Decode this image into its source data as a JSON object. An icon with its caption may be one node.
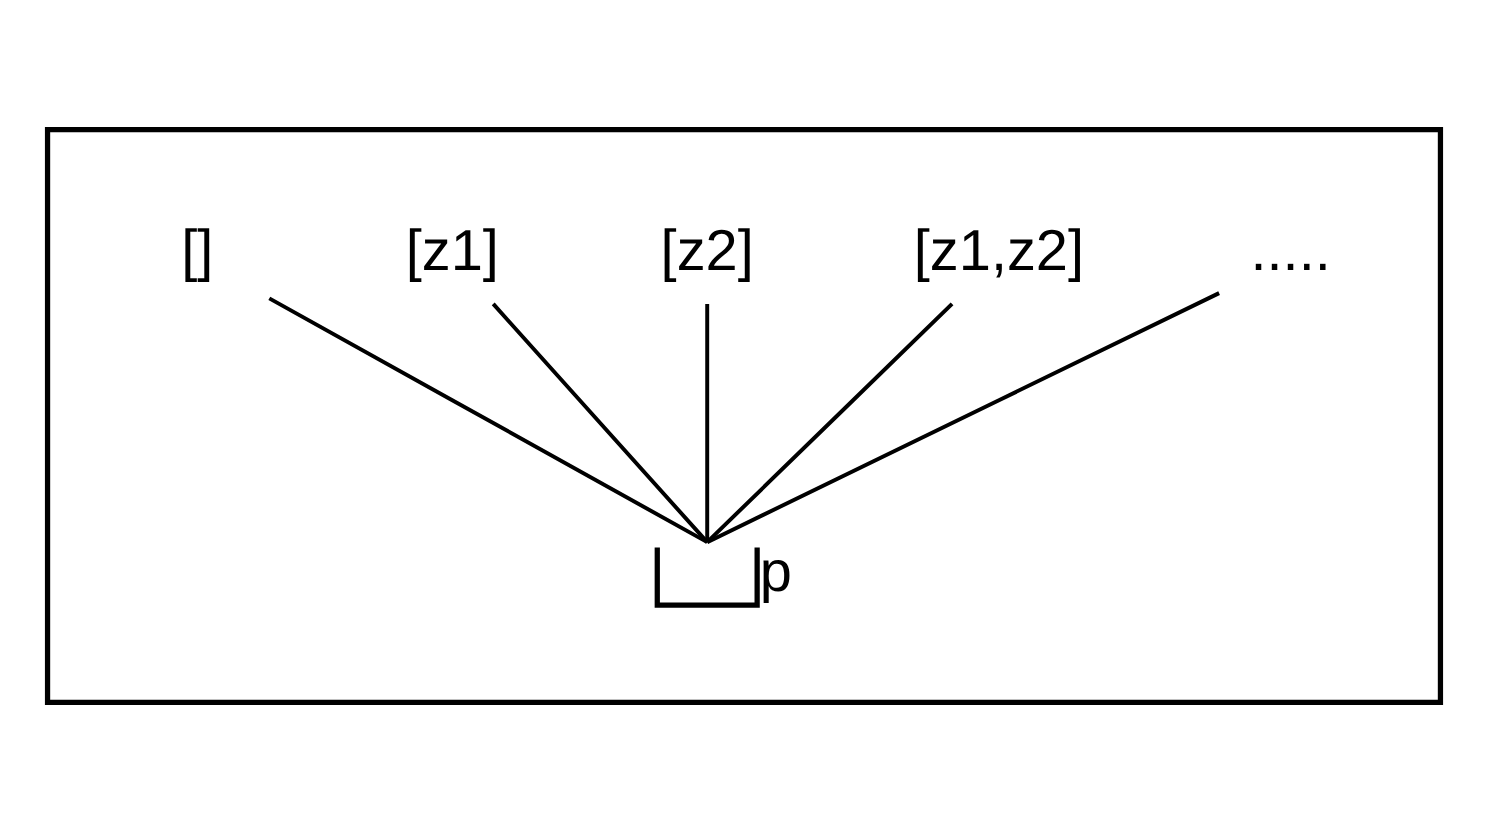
{
  "diagram": {
    "nodes": [
      {
        "text": [],
        "shape": "box"
      },
      {
        "text": [
          "[]"
        ],
        "in": 0
      },
      {
        "text": [
          "[z1]"
        ],
        "in": 0
      },
      {
        "text": [
          "[z2]"
        ],
        "in": 0
      },
      {
        "text": [
          "[z1,z2]"
        ],
        "in": 0
      },
      {
        "text": [
          "....."
        ],
        "in": 0
      },
      {
        "text": [
          "p"
        ],
        "in": 0
      }
    ],
    "edges": [
      {
        "from": 1,
        "to": 6,
        "arrow": "none"
      },
      {
        "from": 2,
        "to": 6,
        "arrow": "none"
      },
      {
        "from": 3,
        "to": 6,
        "arrow": "none"
      },
      {
        "from": 4,
        "to": 6,
        "arrow": "none"
      },
      {
        "from": 5,
        "to": 6,
        "arrow": "none"
      }
    ]
  }
}
